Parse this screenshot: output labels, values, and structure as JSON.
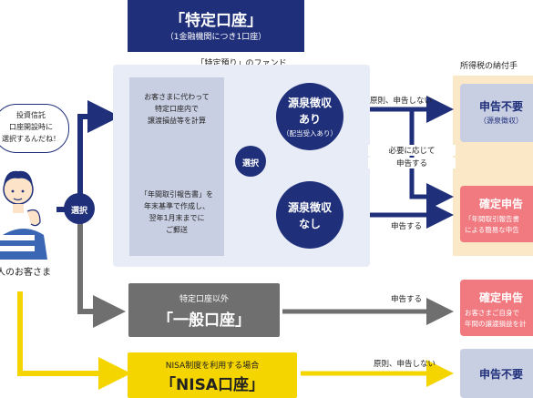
{
  "title": {
    "main": "「特定口座」",
    "sub": "（1金融機関につき1口座）"
  },
  "panel_label": "「特定預り」のファンド",
  "column_header": "所得税の納付手",
  "inner": {
    "text1": [
      "お客さまに代わって",
      "特定口座内で",
      "譲渡損益等を計算"
    ],
    "text2": [
      "「年間取引報告書」を",
      "年末基準で作成し、",
      "翌年1月末までに",
      "ご郵送"
    ]
  },
  "select_label": "選択",
  "select_label_left": "選択",
  "withholding_yes": {
    "line1": "源泉徴収",
    "line2": "あり",
    "line3": "（配当受入あり）"
  },
  "withholding_no": {
    "line1": "源泉徴収",
    "line2": "なし"
  },
  "edge_labels": {
    "no_report": "原則、申告しない",
    "report_if_needed": [
      "必要に応じて",
      "申告する"
    ],
    "report": "申告する",
    "general_report": "申告する",
    "nisa_no_report": "原則、申告しない"
  },
  "results": {
    "no_report_needed": {
      "title": "申告不要",
      "sub": "（源泉徴収）"
    },
    "final_return": {
      "title": "確定申告",
      "sub1": "「年間取引報告書",
      "sub2": "による簡易な申告"
    },
    "general_final": {
      "title": "確定申告",
      "sub1": "お客さまご自身で",
      "sub2": "年間の譲渡損益を計"
    },
    "nisa_no_report": {
      "title": "申告不要"
    }
  },
  "general": {
    "label": "特定口座以外",
    "title": "「一般口座」"
  },
  "nisa": {
    "label": "NISA制度を利用する場合",
    "title": "「NISA口座」"
  },
  "customer": {
    "speech": [
      "投資信託",
      "口座開設時に",
      "選択するんだね！"
    ],
    "label": "人のお客さま"
  },
  "colors": {
    "navy": "#1f2f7a",
    "panel": "#e7ecf6",
    "gray": "#6f6f6f",
    "yellow": "#f5d500",
    "pink": "#f07a80",
    "cream": "#fbe8c6",
    "lavender": "#c9cfe3"
  }
}
